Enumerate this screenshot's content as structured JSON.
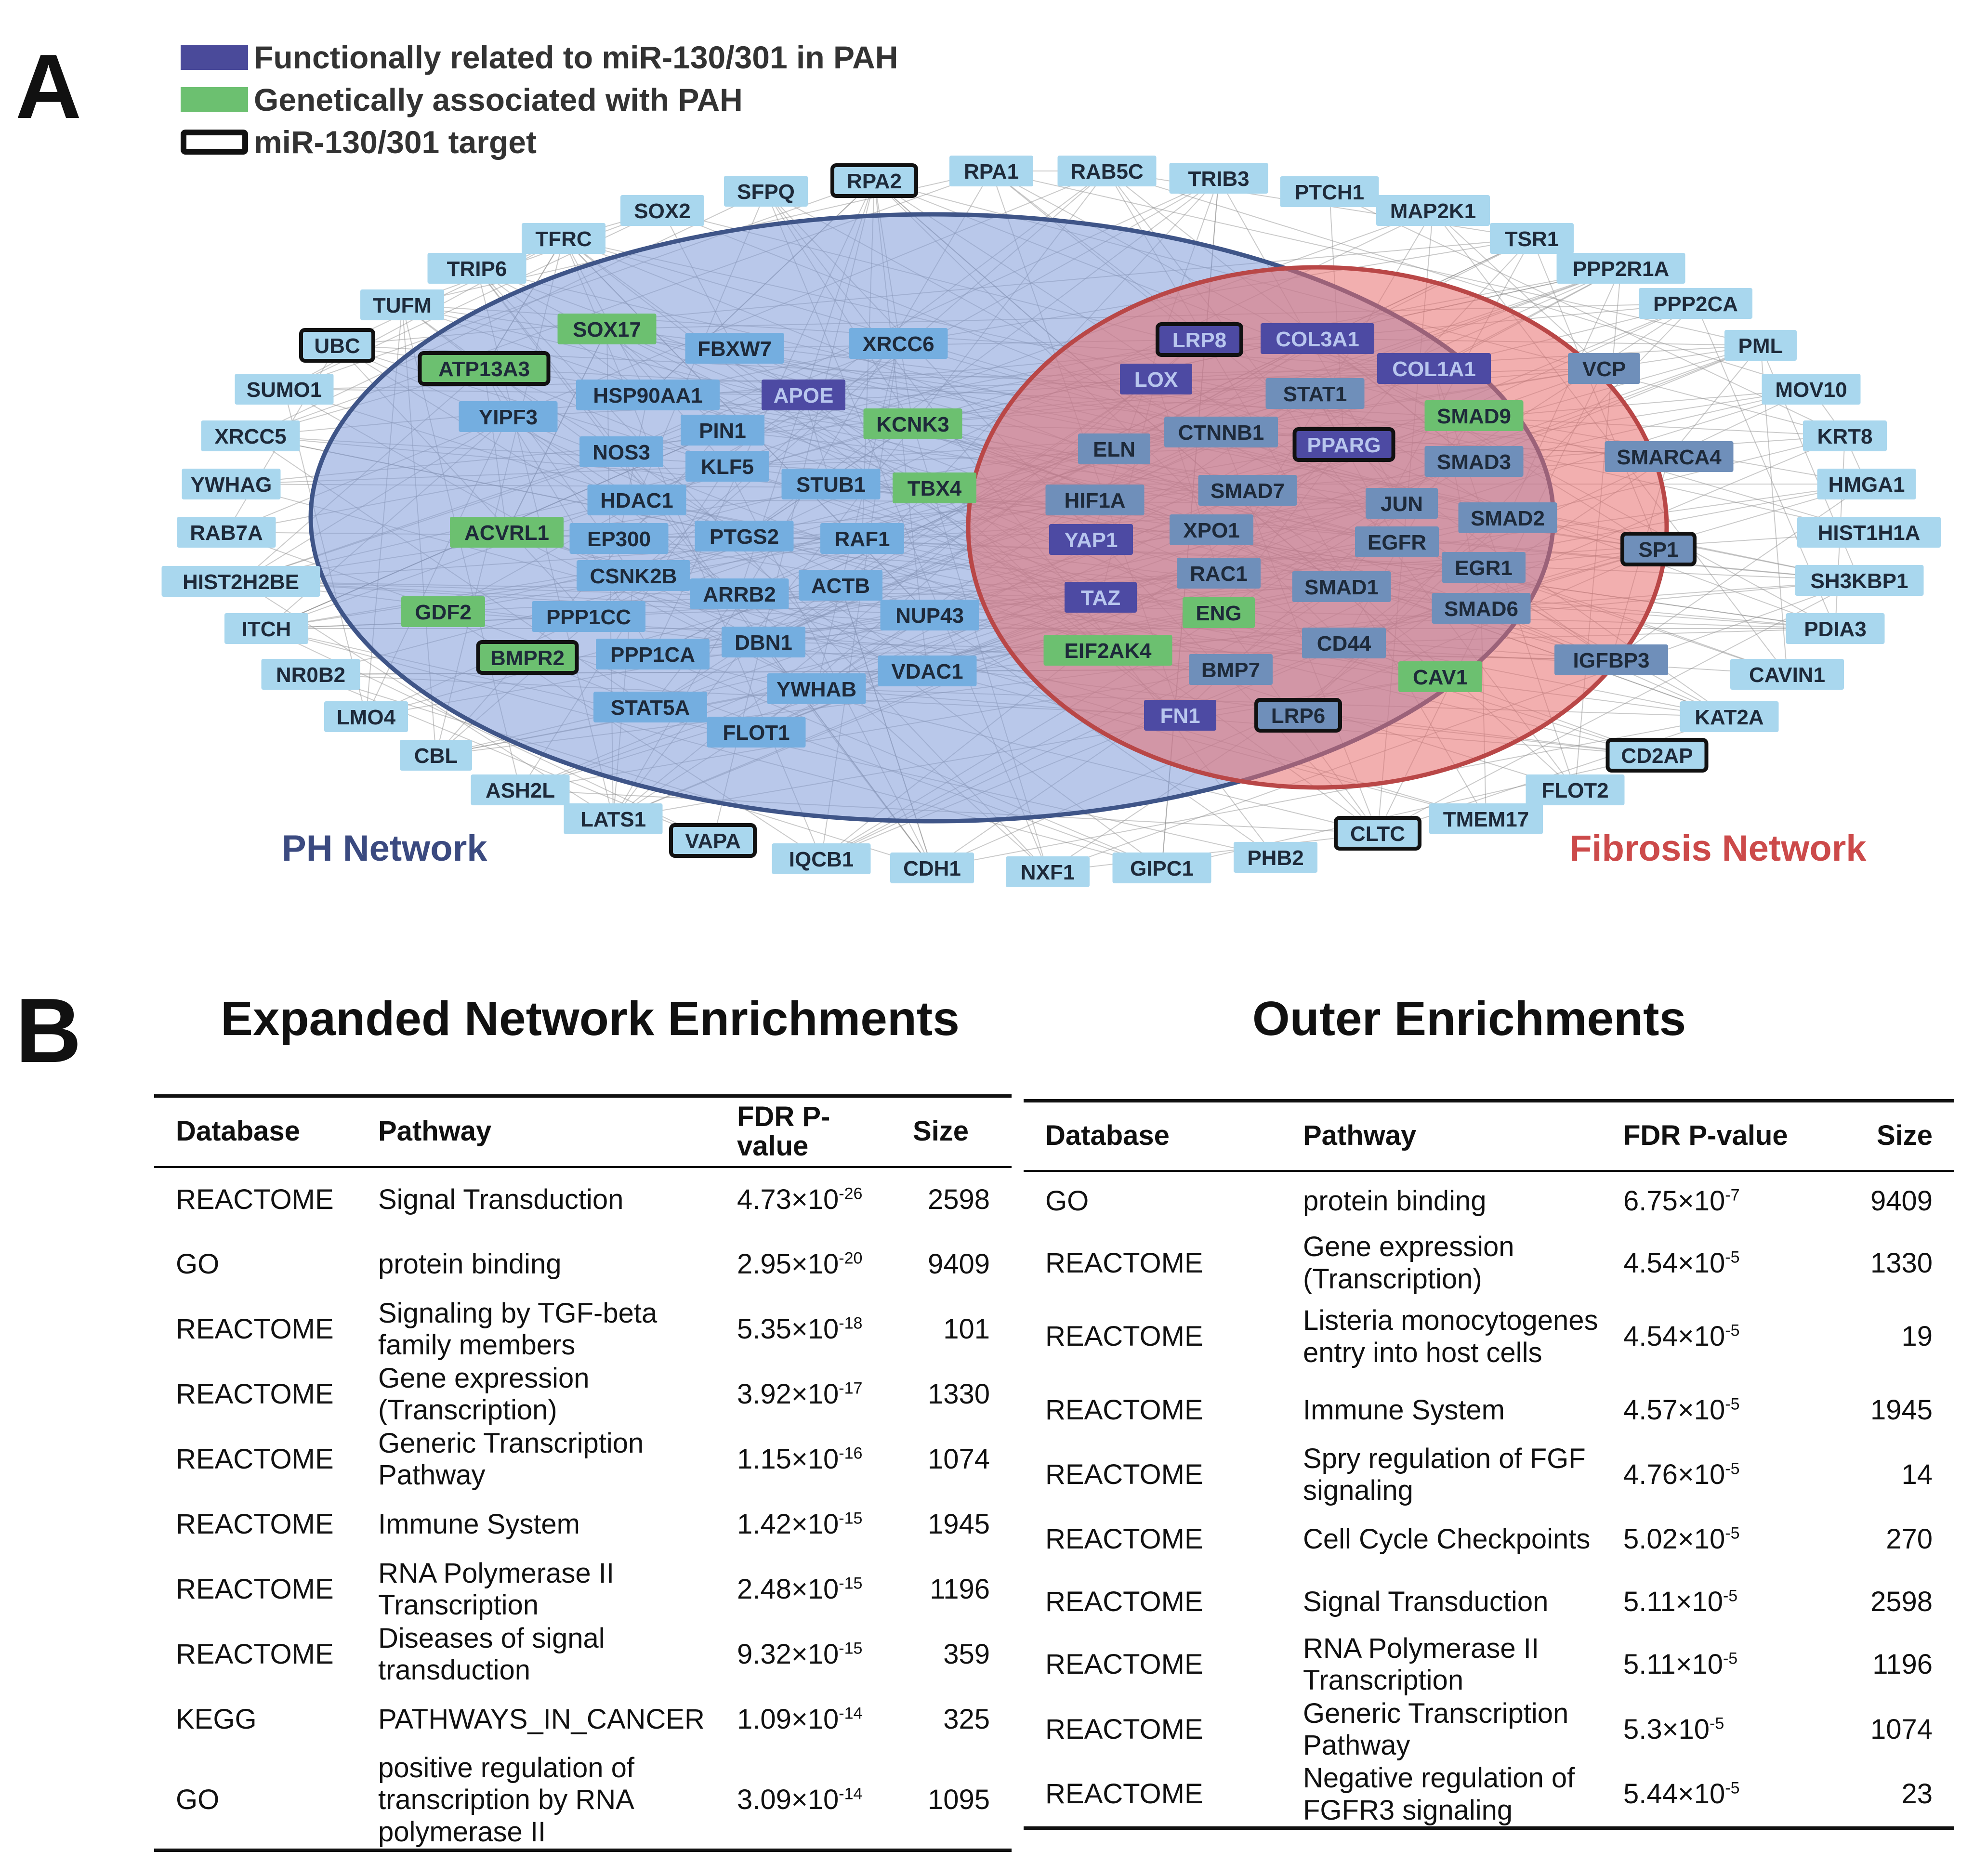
{
  "panel_a": {
    "letter": "A",
    "legend": [
      {
        "label": "Functionally related to miR-130/301 in PAH",
        "color": "#4a4a9a",
        "type": "fill"
      },
      {
        "label": "Genetically associated with PAH",
        "color": "#6cc070",
        "type": "fill"
      },
      {
        "label": "miR-130/301 target",
        "color": "#111111",
        "type": "outline"
      }
    ],
    "ph_title": "PH Network",
    "fibrosis_title": "Fibrosis Network",
    "node_colors": {
      "outer": "#a9d7ee",
      "ph": "#74aee0",
      "fibrosis": "#6f8fba",
      "functional": "#4d4aa3",
      "genetic": "#6cc070"
    },
    "nodes": [
      {
        "label": "RPA2",
        "group": "outer",
        "target": true
      },
      {
        "label": "RPA1",
        "group": "outer"
      },
      {
        "label": "RAB5C",
        "group": "outer"
      },
      {
        "label": "TRIB3",
        "group": "outer"
      },
      {
        "label": "PTCH1",
        "group": "outer"
      },
      {
        "label": "SFPQ",
        "group": "outer"
      },
      {
        "label": "MAP2K1",
        "group": "outer"
      },
      {
        "label": "SOX2",
        "group": "outer"
      },
      {
        "label": "TSR1",
        "group": "outer"
      },
      {
        "label": "TFRC",
        "group": "outer"
      },
      {
        "label": "PPP2R1A",
        "group": "outer"
      },
      {
        "label": "TRIP6",
        "group": "outer"
      },
      {
        "label": "PPP2CA",
        "group": "outer"
      },
      {
        "label": "TUFM",
        "group": "outer"
      },
      {
        "label": "PML",
        "group": "outer"
      },
      {
        "label": "UBC",
        "group": "outer",
        "target": true
      },
      {
        "label": "MOV10",
        "group": "outer"
      },
      {
        "label": "SUMO1",
        "group": "outer"
      },
      {
        "label": "KRT8",
        "group": "outer"
      },
      {
        "label": "XRCC5",
        "group": "outer"
      },
      {
        "label": "HMGA1",
        "group": "outer"
      },
      {
        "label": "YWHAG",
        "group": "outer"
      },
      {
        "label": "HIST1H1A",
        "group": "outer"
      },
      {
        "label": "RAB7A",
        "group": "outer"
      },
      {
        "label": "SH3KBP1",
        "group": "outer"
      },
      {
        "label": "HIST2H2BE",
        "group": "outer"
      },
      {
        "label": "PDIA3",
        "group": "outer"
      },
      {
        "label": "ITCH",
        "group": "outer"
      },
      {
        "label": "CAVIN1",
        "group": "outer"
      },
      {
        "label": "NR0B2",
        "group": "outer"
      },
      {
        "label": "KAT2A",
        "group": "outer"
      },
      {
        "label": "LMO4",
        "group": "outer"
      },
      {
        "label": "CD2AP",
        "group": "outer",
        "target": true
      },
      {
        "label": "CBL",
        "group": "outer"
      },
      {
        "label": "FLOT2",
        "group": "outer"
      },
      {
        "label": "ASH2L",
        "group": "outer"
      },
      {
        "label": "TMEM17",
        "group": "outer"
      },
      {
        "label": "LATS1",
        "group": "outer"
      },
      {
        "label": "CLTC",
        "group": "outer",
        "target": true
      },
      {
        "label": "VAPA",
        "group": "outer",
        "target": true
      },
      {
        "label": "PHB2",
        "group": "outer"
      },
      {
        "label": "IQCB1",
        "group": "outer"
      },
      {
        "label": "GIPC1",
        "group": "outer"
      },
      {
        "label": "CDH1",
        "group": "outer"
      },
      {
        "label": "NXF1",
        "group": "outer"
      },
      {
        "label": "SOX17",
        "group": "genetic"
      },
      {
        "label": "FBXW7",
        "group": "ph"
      },
      {
        "label": "XRCC6",
        "group": "ph"
      },
      {
        "label": "ATP13A3",
        "group": "genetic",
        "target": true
      },
      {
        "label": "HSP90AA1",
        "group": "ph"
      },
      {
        "label": "APOE",
        "group": "functional"
      },
      {
        "label": "YIPF3",
        "group": "ph"
      },
      {
        "label": "PIN1",
        "group": "ph"
      },
      {
        "label": "KCNK3",
        "group": "genetic"
      },
      {
        "label": "NOS3",
        "group": "ph"
      },
      {
        "label": "KLF5",
        "group": "ph"
      },
      {
        "label": "STUB1",
        "group": "ph"
      },
      {
        "label": "TBX4",
        "group": "genetic"
      },
      {
        "label": "HDAC1",
        "group": "ph"
      },
      {
        "label": "ACVRL1",
        "group": "genetic"
      },
      {
        "label": "EP300",
        "group": "ph"
      },
      {
        "label": "PTGS2",
        "group": "ph"
      },
      {
        "label": "RAF1",
        "group": "ph"
      },
      {
        "label": "CSNK2B",
        "group": "ph"
      },
      {
        "label": "ARRB2",
        "group": "ph"
      },
      {
        "label": "ACTB",
        "group": "ph"
      },
      {
        "label": "GDF2",
        "group": "genetic"
      },
      {
        "label": "PPP1CC",
        "group": "ph"
      },
      {
        "label": "NUP43",
        "group": "ph"
      },
      {
        "label": "DBN1",
        "group": "ph"
      },
      {
        "label": "BMPR2",
        "group": "genetic",
        "target": true
      },
      {
        "label": "PPP1CA",
        "group": "ph"
      },
      {
        "label": "VDAC1",
        "group": "ph"
      },
      {
        "label": "YWHAB",
        "group": "ph"
      },
      {
        "label": "STAT5A",
        "group": "ph"
      },
      {
        "label": "FLOT1",
        "group": "ph"
      },
      {
        "label": "LRP8",
        "group": "functional",
        "target": true
      },
      {
        "label": "COL3A1",
        "group": "functional"
      },
      {
        "label": "LOX",
        "group": "functional"
      },
      {
        "label": "COL1A1",
        "group": "functional"
      },
      {
        "label": "VCP",
        "group": "fibrosis"
      },
      {
        "label": "STAT1",
        "group": "fibrosis"
      },
      {
        "label": "SMAD9",
        "group": "genetic"
      },
      {
        "label": "CTNNB1",
        "group": "fibrosis"
      },
      {
        "label": "ELN",
        "group": "fibrosis"
      },
      {
        "label": "PPARG",
        "group": "functional",
        "target": true
      },
      {
        "label": "SMAD3",
        "group": "fibrosis"
      },
      {
        "label": "SMARCA4",
        "group": "fibrosis"
      },
      {
        "label": "HIF1A",
        "group": "fibrosis"
      },
      {
        "label": "SMAD7",
        "group": "fibrosis"
      },
      {
        "label": "JUN",
        "group": "fibrosis"
      },
      {
        "label": "SMAD2",
        "group": "fibrosis"
      },
      {
        "label": "YAP1",
        "group": "functional"
      },
      {
        "label": "XPO1",
        "group": "fibrosis"
      },
      {
        "label": "EGFR",
        "group": "fibrosis"
      },
      {
        "label": "SP1",
        "group": "fibrosis",
        "target": true
      },
      {
        "label": "RAC1",
        "group": "fibrosis"
      },
      {
        "label": "EGR1",
        "group": "fibrosis"
      },
      {
        "label": "TAZ",
        "group": "functional"
      },
      {
        "label": "ENG",
        "group": "genetic"
      },
      {
        "label": "SMAD1",
        "group": "fibrosis"
      },
      {
        "label": "SMAD6",
        "group": "fibrosis"
      },
      {
        "label": "EIF2AK4",
        "group": "genetic"
      },
      {
        "label": "CD44",
        "group": "fibrosis"
      },
      {
        "label": "BMP7",
        "group": "fibrosis"
      },
      {
        "label": "IGFBP3",
        "group": "fibrosis"
      },
      {
        "label": "CAV1",
        "group": "genetic"
      },
      {
        "label": "FN1",
        "group": "functional"
      },
      {
        "label": "LRP6",
        "group": "fibrosis",
        "target": true
      }
    ]
  },
  "panel_b": {
    "letter": "B",
    "expanded": {
      "title": "Expanded Network Enrichments",
      "headers": {
        "database": "Database",
        "pathway": "Pathway",
        "fdr": "FDR P-value",
        "size": "Size"
      },
      "rows": [
        {
          "database": "REACTOME",
          "pathway": "Signal Transduction",
          "mant": "4.73",
          "exp": "-26",
          "size": "2598"
        },
        {
          "database": "GO",
          "pathway": "protein binding",
          "mant": "2.95",
          "exp": "-20",
          "size": "9409"
        },
        {
          "database": "REACTOME",
          "pathway": "Signaling by TGF-beta family members",
          "mant": "5.35",
          "exp": "-18",
          "size": "101"
        },
        {
          "database": "REACTOME",
          "pathway": "Gene expression (Transcription)",
          "mant": "3.92",
          "exp": "-17",
          "size": "1330"
        },
        {
          "database": "REACTOME",
          "pathway": "Generic Transcription Pathway",
          "mant": "1.15",
          "exp": "-16",
          "size": "1074"
        },
        {
          "database": "REACTOME",
          "pathway": "Immune System",
          "mant": "1.42",
          "exp": "-15",
          "size": "1945"
        },
        {
          "database": "REACTOME",
          "pathway": "RNA Polymerase II Transcription",
          "mant": "2.48",
          "exp": "-15",
          "size": "1196"
        },
        {
          "database": "REACTOME",
          "pathway": "Diseases of signal transduction",
          "mant": "9.32",
          "exp": "-15",
          "size": "359"
        },
        {
          "database": "KEGG",
          "pathway": "PATHWAYS_IN_CANCER",
          "mant": "1.09",
          "exp": "-14",
          "size": "325"
        },
        {
          "database": "GO",
          "pathway": "positive regulation of transcription by RNA polymerase II",
          "mant": "3.09",
          "exp": "-14",
          "size": "1095"
        }
      ]
    },
    "outer": {
      "title": "Outer Enrichments",
      "headers": {
        "database": "Database",
        "pathway": "Pathway",
        "fdr": "FDR P-value",
        "size": "Size"
      },
      "rows": [
        {
          "database": "GO",
          "pathway": "protein binding",
          "mant": "6.75",
          "exp": "-7",
          "size": "9409"
        },
        {
          "database": "REACTOME",
          "pathway": "Gene expression (Transcription)",
          "mant": "4.54",
          "exp": "-5",
          "size": "1330"
        },
        {
          "database": "REACTOME",
          "pathway": "Listeria monocytogenes entry into host cells",
          "mant": "4.54",
          "exp": "-5",
          "size": "19"
        },
        {
          "database": "REACTOME",
          "pathway": "Immune System",
          "mant": "4.57",
          "exp": "-5",
          "size": "1945"
        },
        {
          "database": "REACTOME",
          "pathway": "Spry regulation of FGF signaling",
          "mant": "4.76",
          "exp": "-5",
          "size": "14"
        },
        {
          "database": "REACTOME",
          "pathway": "Cell Cycle Checkpoints",
          "mant": "5.02",
          "exp": "-5",
          "size": "270"
        },
        {
          "database": "REACTOME",
          "pathway": "Signal Transduction",
          "mant": "5.11",
          "exp": "-5",
          "size": "2598"
        },
        {
          "database": "REACTOME",
          "pathway": "RNA Polymerase II Transcription",
          "mant": "5.11",
          "exp": "-5",
          "size": "1196"
        },
        {
          "database": "REACTOME",
          "pathway": "Generic Transcription Pathway",
          "mant": "5.3",
          "exp": "-5",
          "size": "1074"
        },
        {
          "database": "REACTOME",
          "pathway": "Negative regulation of FGFR3 signaling",
          "mant": "5.44",
          "exp": "-5",
          "size": "23"
        }
      ]
    }
  }
}
